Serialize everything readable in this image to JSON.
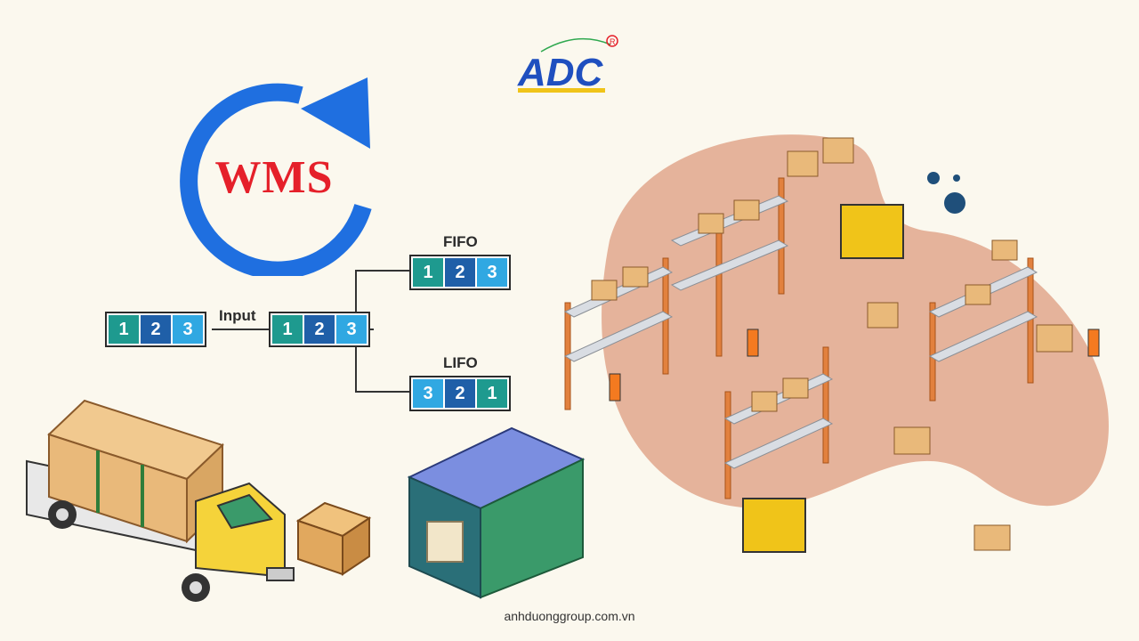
{
  "brand": {
    "logo_text": "ADC",
    "registered_mark": "R"
  },
  "hero": {
    "title": "WMS"
  },
  "diagram": {
    "input_label": "Input",
    "fifo_label": "FIFO",
    "lifo_label": "LIFO",
    "input_cells": [
      "1",
      "2",
      "3"
    ],
    "buffer_cells": [
      "1",
      "2",
      "3"
    ],
    "fifo_cells": [
      "1",
      "2",
      "3"
    ],
    "lifo_cells": [
      "3",
      "2",
      "1"
    ]
  },
  "footer": {
    "website": "anhduonggroup.com.vn"
  },
  "colors": {
    "cycle_blue": "#1f6fe0",
    "wms_red": "#e5202a",
    "teal": "#1e9a8f",
    "navy": "#1f5fa8",
    "sky": "#30a8e2",
    "blob": "#e5b39b"
  }
}
